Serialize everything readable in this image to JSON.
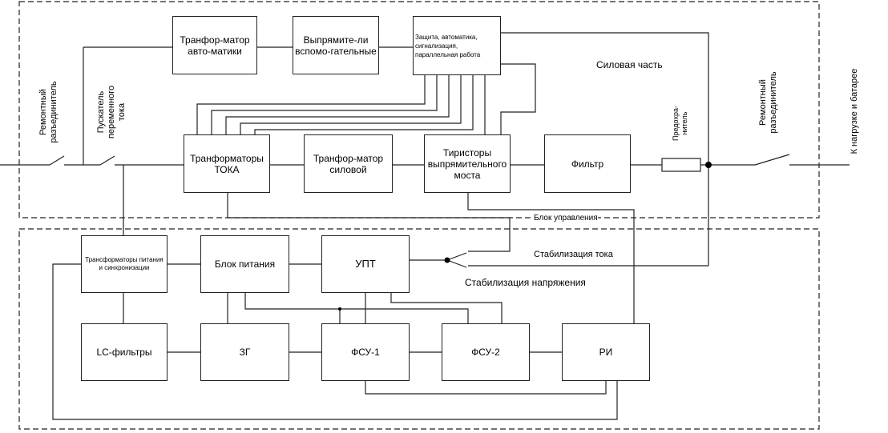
{
  "sections": {
    "power": "Силовая часть",
    "control": "Блок управления"
  },
  "blocks": {
    "auto_transformer": "Транфор-матор авто-матики",
    "aux_rectifiers": "Выпрямите-ли вспомо-гательные",
    "protection": "Защита, автоматика, сигнализация, параллельная работа",
    "current_transformers": "Транформаторы ТОКА",
    "power_transformer": "Транфор-матор силовой",
    "thyristor_bridge": "Тиристоры выпрямительного моста",
    "filter": "Фильтр",
    "supply_sync_transformers": "Трансформаторы питания и синхронизации",
    "power_supply": "Блок питания",
    "upt": "УПТ",
    "lc_filters": "LC-фильтры",
    "zg": "ЗГ",
    "fsu1": "ФСУ-1",
    "fsu2": "ФСУ-2",
    "ri": "РИ"
  },
  "labels": {
    "repair_disconnector_left": "Ремонтный разъединитель",
    "ac_starter": "Пускатель переменного тока",
    "fuse": "Предохра-нитель",
    "repair_disconnector_right": "Ремонтный разъединитель",
    "to_load": "К нагрузке и батарее",
    "current_stabilization": "Стабилизация тока",
    "voltage_stabilization": "Стабилизация напряжения"
  }
}
